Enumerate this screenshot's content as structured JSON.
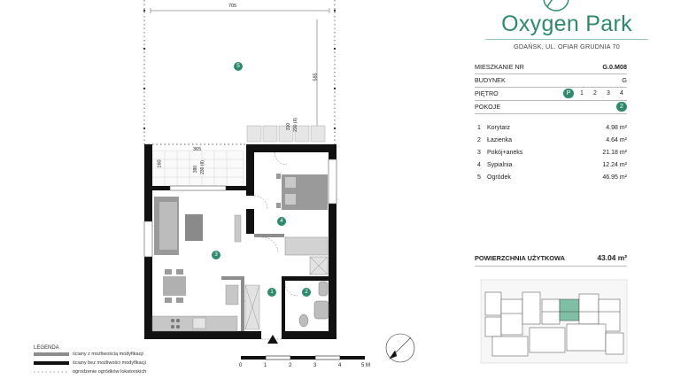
{
  "brand": {
    "name": "Oxygen Park",
    "address": "GDAŃSK, UL. OFIAR GRUDNIA 70"
  },
  "info": {
    "apartment_label": "MIESZKANIE NR",
    "apartment_value": "G.0.M08",
    "building_label": "BUDYNEK",
    "building_value": "G",
    "floor_label": "PIĘTRO",
    "floors": [
      "P",
      "1",
      "2",
      "3",
      "4"
    ],
    "active_floor": "P",
    "rooms_label": "POKOJE",
    "rooms_value": "2"
  },
  "rooms": [
    {
      "no": "1",
      "name": "Korytarz",
      "area": "4.98 m²"
    },
    {
      "no": "2",
      "name": "Łazienka",
      "area": "4.64 m²"
    },
    {
      "no": "3",
      "name": "Pokój+aneks",
      "area": "21.18 m²"
    },
    {
      "no": "4",
      "name": "Sypialnia",
      "area": "12.24 m²"
    },
    {
      "no": "5",
      "name": "Ogródek",
      "area": "46.95 m²"
    }
  ],
  "usable_area": {
    "label": "POWIERZCHNIA UŻYTKOWA",
    "value": "43.04 m²"
  },
  "plan_dimensions": {
    "garden_width": "705",
    "garden_depth": "585",
    "balcony_width": "365",
    "balcony_depth": "160",
    "dim_a": "390",
    "dim_b": "230 (II)",
    "dim_c": "310",
    "dim_d": "230 (II)"
  },
  "plan_markers": [
    "1",
    "2",
    "3",
    "4",
    "5"
  ],
  "legend": {
    "title": "LEGENDA",
    "items": [
      "ściany z możliwością modyfikacji",
      "ściany bez możliwości modyfikacji",
      "ogrodzenie ogródków lokatorskich"
    ]
  },
  "scale": {
    "ticks": [
      "0",
      "1",
      "2",
      "3",
      "4",
      "5 M"
    ]
  },
  "colors": {
    "accent": "#2e8a6a",
    "wall": "#111111",
    "fixture": "#9a9a9a"
  }
}
